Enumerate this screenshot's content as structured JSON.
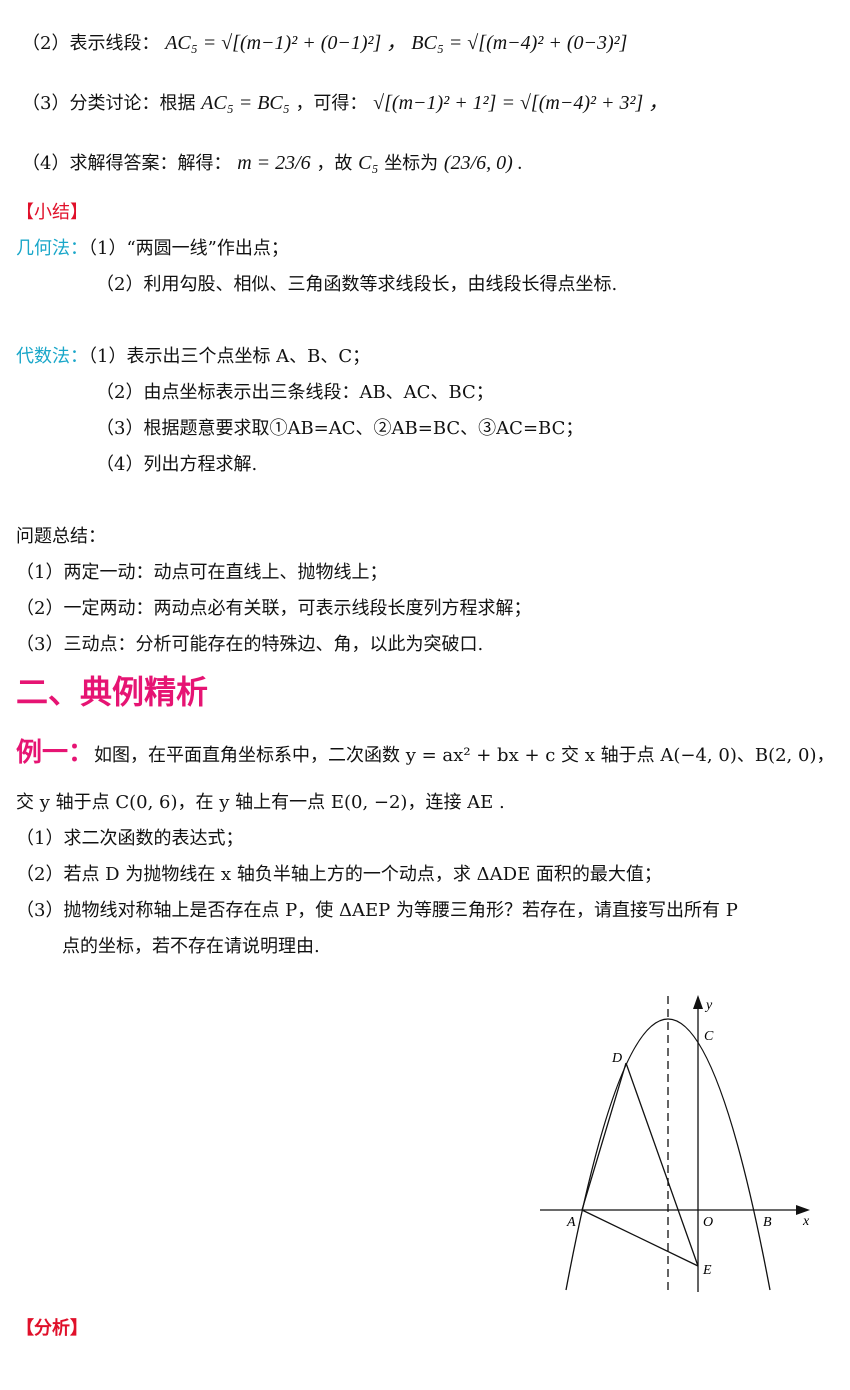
{
  "steps": [
    {
      "label": "（2）表示线段：",
      "math": "AC₅ = √[(m−1)² + (0−1)²] ，  BC₅ = √[(m−4)² + (0−3)²]"
    },
    {
      "label": "（3）分类讨论：根据",
      "math": "AC₅ = BC₅",
      "mid": "，可得：",
      "math2": "√[(m−1)² + 1²] = √[(m−4)² + 3²] ，"
    },
    {
      "label": "（4）求解得答案：解得：",
      "math": "m = 23/6",
      "mid": "，故",
      "math2": "C₅",
      "tail": "坐标为",
      "math3": "(23/6, 0) ."
    }
  ],
  "summary_title": "【小结】",
  "geometry": {
    "label": "几何法：",
    "items": [
      "（1）“两圆一线”作出点；",
      "（2）利用勾股、相似、三角函数等求线段长，由线段长得点坐标."
    ]
  },
  "algebra": {
    "label": "代数法：",
    "items": [
      "（1）表示出三个点坐标 A、B、C；",
      "（2）由点坐标表示出三条线段：AB、AC、BC；",
      "（3）根据题意要求取①AB=AC、②AB=BC、③AC=BC；",
      "（4）列出方程求解."
    ]
  },
  "problem_summary": {
    "title": "问题总结：",
    "items": [
      "（1）两定一动：动点可在直线上、抛物线上；",
      "（2）一定两动：两动点必有关联，可表示线段长度列方程求解；",
      "（3）三动点：分析可能存在的特殊边、角，以此为突破口."
    ]
  },
  "section_heading": "二、典例精析",
  "example": {
    "label": "例一：",
    "line1": "如图，在平面直角坐标系中，二次函数 y = ax² + bx + c 交 x 轴于点 A(−4, 0)、B(2, 0)，",
    "line2": "交 y 轴于点 C(0, 6)，在 y 轴上有一点 E(0, −2)，连接 AE .",
    "questions": [
      "（1）求二次函数的表达式；",
      "（2）若点 D 为抛物线在 x 轴负半轴上方的一个动点，求 ΔADE 面积的最大值；",
      "（3）抛物线对称轴上是否存在点 P，使 ΔAEP 为等腰三角形？若存在，请直接写出所有 P",
      "点的坐标，若不存在请说明理由."
    ]
  },
  "figure": {
    "labels": {
      "y": "y",
      "x": "x",
      "A": "A",
      "B": "B",
      "C": "C",
      "D": "D",
      "E": "E",
      "O": "O"
    }
  },
  "analysis_title": "【分析】",
  "colors": {
    "red": "#e0102a",
    "cyan": "#1aa7c9",
    "magenta": "#e61473"
  }
}
